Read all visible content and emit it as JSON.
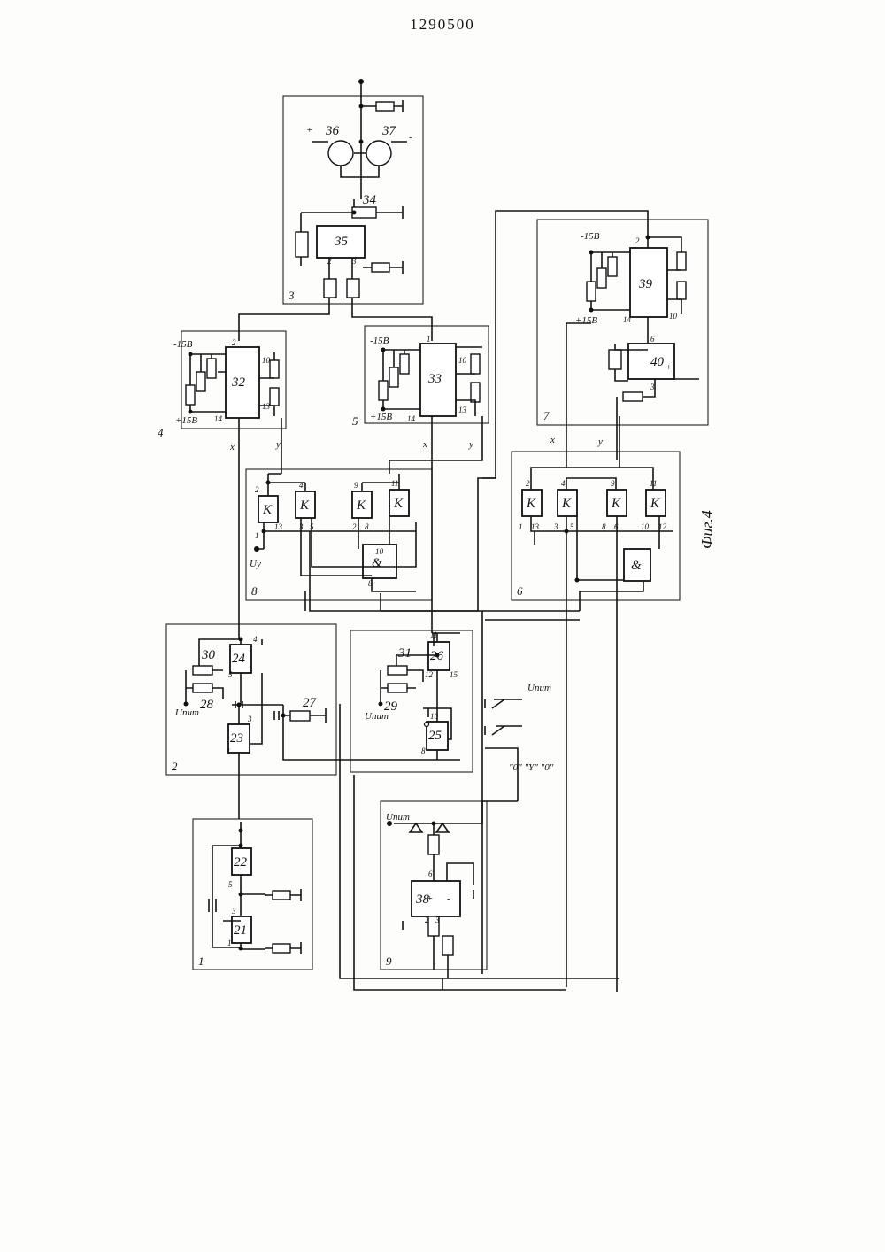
{
  "document": {
    "patent_number": "1290500",
    "figure_caption": "Фиг.4"
  },
  "blocks": {
    "b1": "1",
    "b2": "2",
    "b3": "3",
    "b4": "4",
    "b5": "5",
    "b6": "6",
    "b7": "7",
    "b8": "8",
    "b9": "9"
  },
  "components": {
    "c21": "21",
    "c22": "22",
    "c23": "23",
    "c24": "24",
    "c25": "25",
    "c26": "26",
    "c27": "27",
    "c28": "28",
    "c29": "29",
    "c30": "30",
    "c31": "31",
    "c32": "32",
    "c33": "33",
    "c34": "34",
    "c35": "35",
    "c36": "36",
    "c37": "37",
    "c38": "38",
    "c39": "39",
    "c40": "40",
    "key": "К",
    "and_gate": "&"
  },
  "labels": {
    "upit": "Uпит",
    "uy": "Uу",
    "x": "x",
    "y": "y",
    "minus15": "-15В",
    "plus15": "+15В",
    "plus": "+",
    "minus": "-",
    "switch_legend": "\"0\" \"Y\" \"0\""
  }
}
